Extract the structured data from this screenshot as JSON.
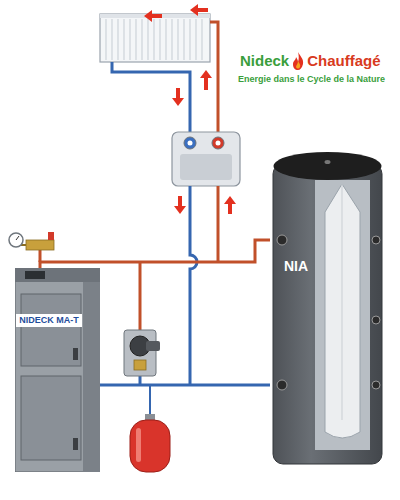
{
  "diagram": {
    "nodes": [
      {
        "text": [
          "NIDECK MA-T"
        ]
      },
      {
        "text": [
          "NIA"
        ]
      }
    ],
    "edges": [
      {
        "from": 0,
        "to": 1,
        "arrow": "none"
      },
      {
        "from": 1,
        "to": 0,
        "arrow": "none"
      }
    ],
    "labels": [
      "Nideck",
      "Chauffagé",
      "Energie dans le Cycle de la Nature"
    ]
  }
}
